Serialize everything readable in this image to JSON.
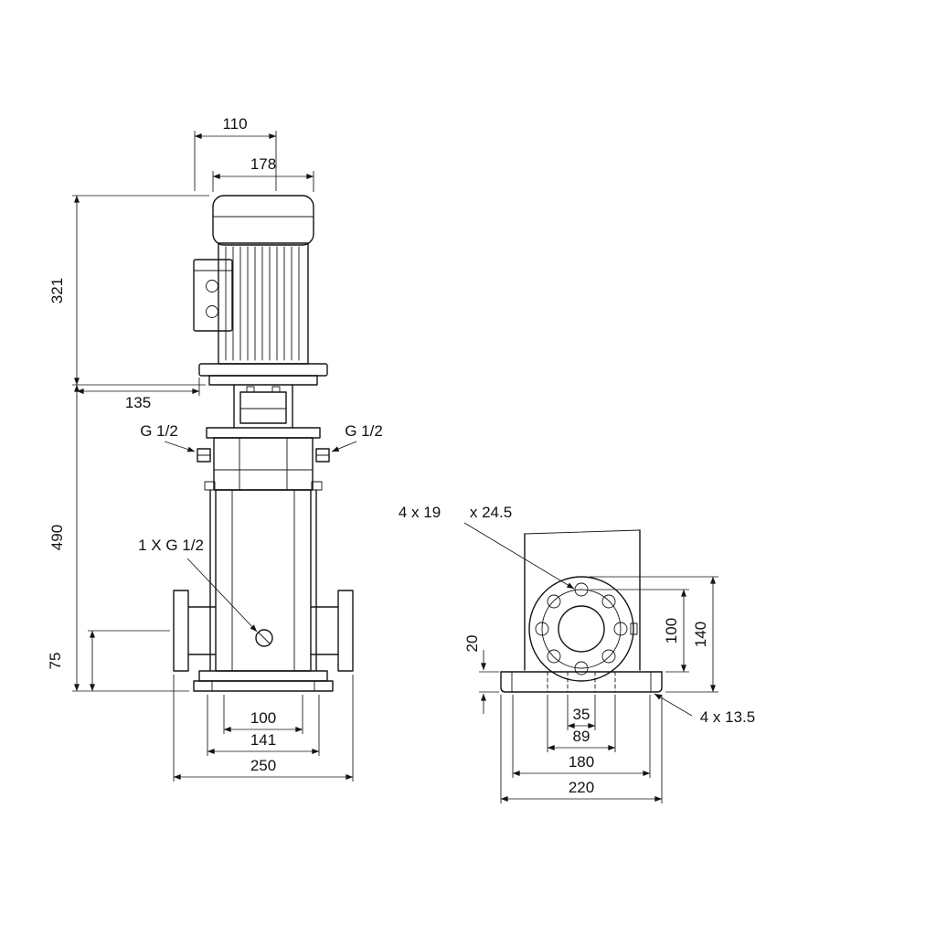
{
  "front_view": {
    "dim_motor_top": "110",
    "dim_motor_width": "178",
    "dim_motor_height": "321",
    "dim_offset": "135",
    "dim_pump_height": "490",
    "dim_port_height": "75",
    "dim_base_inner": "100",
    "dim_base_mid": "141",
    "dim_port_to_port": "250",
    "label_plug_left": "G 1/2",
    "label_plug_right": "G 1/2",
    "label_drain": "1 X G 1/2"
  },
  "side_view": {
    "label_flange_holes": "4 x 19",
    "label_counterbore": "x 24.5",
    "dim_flange_height": "100",
    "dim_total_height": "140",
    "dim_base_thickness": "20",
    "label_base_holes": "4 x 13.5",
    "dim_slot_inner": "35",
    "dim_slot_outer": "89",
    "dim_base_lip": "180",
    "dim_base_width": "220"
  },
  "colors": {
    "line": "#141414",
    "background": "#ffffff"
  }
}
